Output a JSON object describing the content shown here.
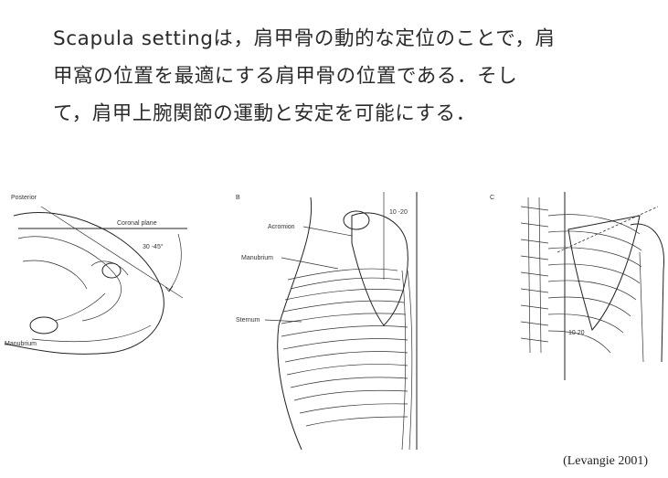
{
  "paragraph": {
    "line1": "Scapula settingは，肩甲骨の動的な定位のことで，肩",
    "line2": "甲窩の位置を最適にする肩甲骨の位置である．そし",
    "line3": "て，肩甲上腕関節の運動と安定を可能にする．"
  },
  "figure": {
    "panel_a": {
      "posterior": "Posterior",
      "coronal_plane": "Coronal plane",
      "angle": "30 -45°",
      "manubrium": "Manubrium"
    },
    "panel_b": {
      "letter": "B",
      "angle": "10 -20",
      "acromion": "Acromion",
      "manubrium": "Manubrium",
      "sternum": "Sternum"
    },
    "panel_c": {
      "letter": "C",
      "angle": "10 20"
    }
  },
  "citation": "(Levangie 2001)"
}
